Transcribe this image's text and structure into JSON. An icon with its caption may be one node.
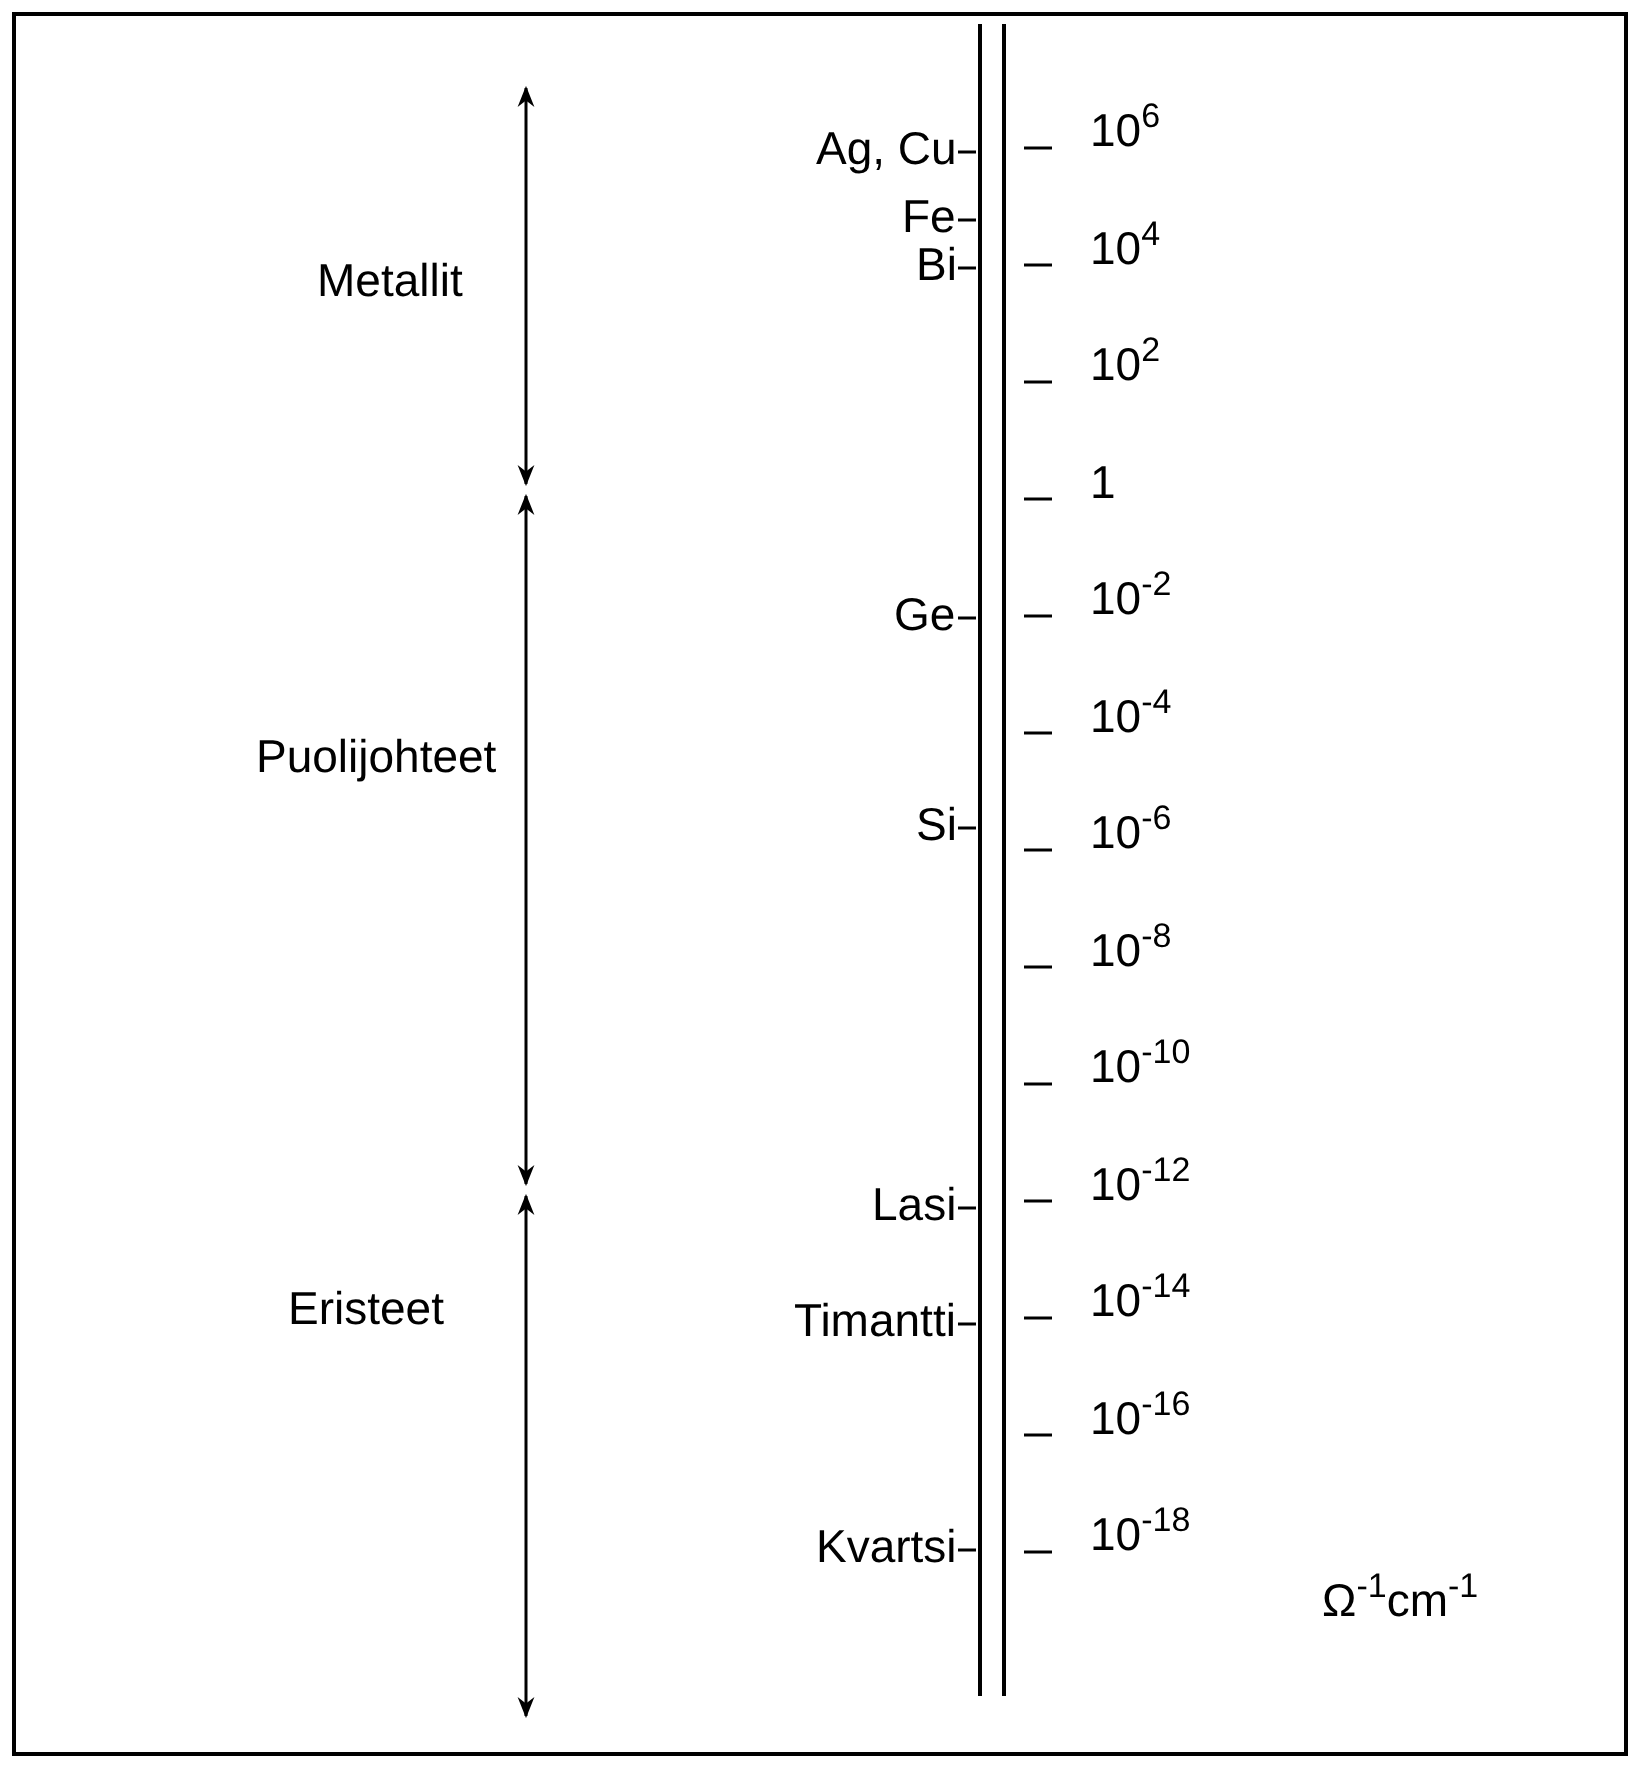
{
  "diagram": {
    "labels": [
      "Ag, Cu",
      "10$^{6}$",
      "Fe",
      "Bi",
      "10$^{4}$",
      "Metallit",
      "10$^{2}$",
      "1",
      "Ge",
      "10$^{-2}$",
      "Puolijohteet",
      "10$^{-4}$",
      "Si",
      "10$^{-6}$",
      "10$^{-8}$",
      "10$^{-10}$",
      "Lasi",
      "10$^{-12}$",
      "Eristeet",
      "Timantti",
      "10$^{-14}$",
      "10$^{-16}$",
      "Kvartsi",
      "10$^{-18}$",
      "Ω$^{-1}$cm$^{-1}$"
    ]
  }
}
